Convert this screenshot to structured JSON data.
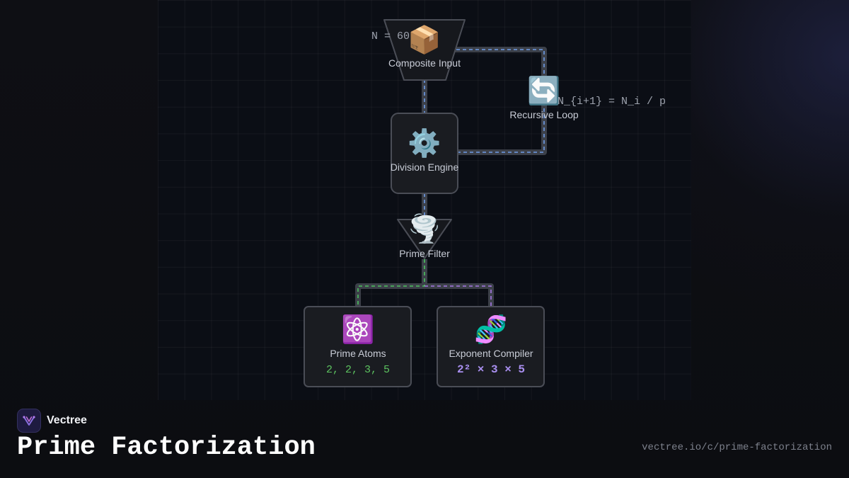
{
  "diagram": {
    "nodes": {
      "composite_input": {
        "icon": "📦",
        "icon_name": "package-icon",
        "label": "Composite Input"
      },
      "recursive_loop": {
        "icon": "🔄",
        "icon_name": "loop-arrows-icon",
        "label": "Recursive Loop"
      },
      "division_engine": {
        "icon": "⚙️",
        "icon_name": "gear-icon",
        "label": "Division Engine"
      },
      "prime_filter": {
        "icon": "🌪️",
        "icon_name": "tornado-icon",
        "label": "Prime Filter"
      },
      "prime_atoms": {
        "icon": "⚛️",
        "icon_name": "atom-icon",
        "label": "Prime Atoms",
        "value": "2, 2, 3, 5"
      },
      "exponent_compiler": {
        "icon": "🧬",
        "icon_name": "dna-icon",
        "label": "Exponent Compiler",
        "value": "2² × 3 × 5"
      }
    },
    "annotations": {
      "input_value": "N = 60",
      "loop_formula": "N_{i+1} = N_i / p"
    },
    "colors": {
      "blue_flow": "#6f9ce8",
      "green_flow": "#4cc35e",
      "purple_flow": "#a678e6",
      "atoms_value": "#5cc25f",
      "compiler_value": "#a98ff0",
      "node_border": "#4a4d56",
      "node_fill": "#1a1c21"
    }
  },
  "footer": {
    "brand_name": "Vectree",
    "title": "Prime Factorization",
    "url": "vectree.io/c/prime-factorization"
  }
}
